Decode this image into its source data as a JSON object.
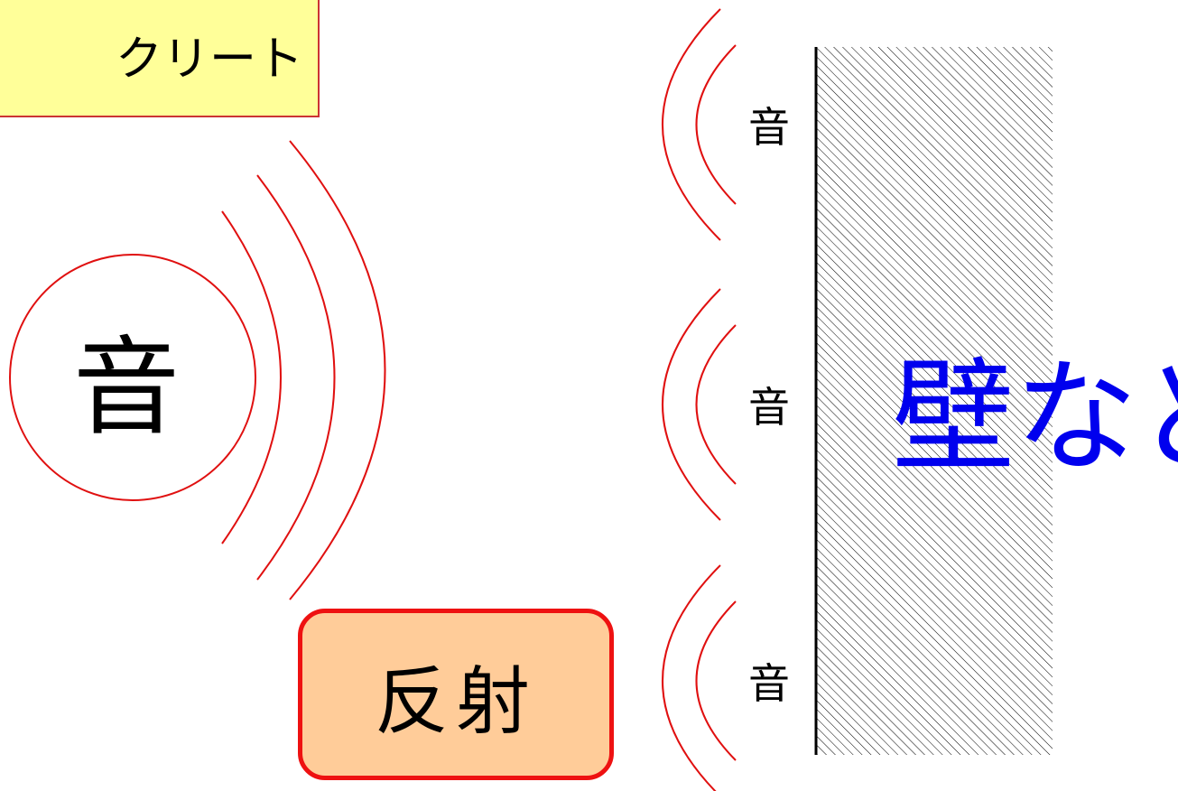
{
  "top_label": "クリート",
  "source_char": "音",
  "reflect_label": "反射",
  "wave_chars": [
    "音",
    "音",
    "音"
  ],
  "wall_label": "壁など",
  "colors": {
    "wave_stroke": "#e01010",
    "label_fill": "#ffff99",
    "reflect_fill": "#ffcc99",
    "reflect_border": "#ee1111",
    "wall_text": "#0000ee",
    "hatch": "#000000"
  }
}
